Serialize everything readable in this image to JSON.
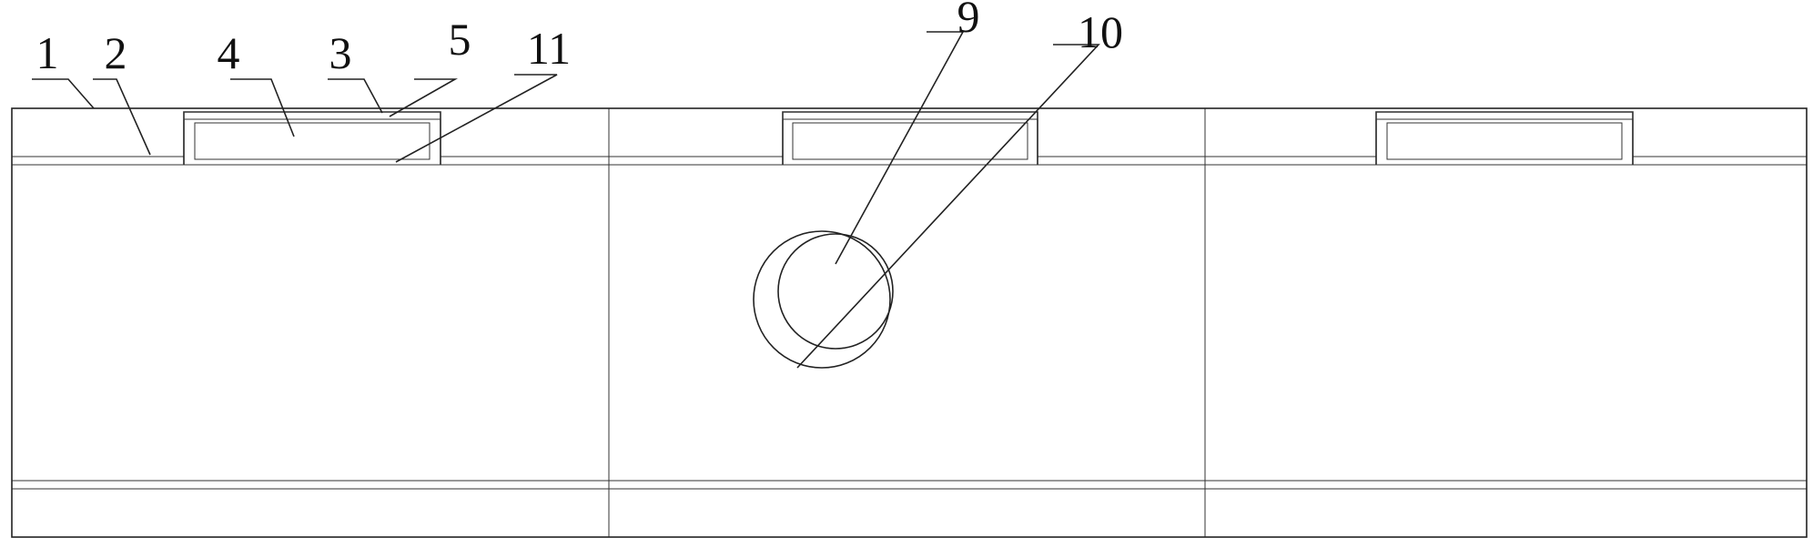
{
  "labels": {
    "l1": "1",
    "l2": "2",
    "l3": "3",
    "l4": "4",
    "l5": "5",
    "l9": "9",
    "l10": "10",
    "l11": "11"
  },
  "colors": {
    "line": "#222222",
    "hatch": "#333333",
    "background": "#ffffff"
  }
}
